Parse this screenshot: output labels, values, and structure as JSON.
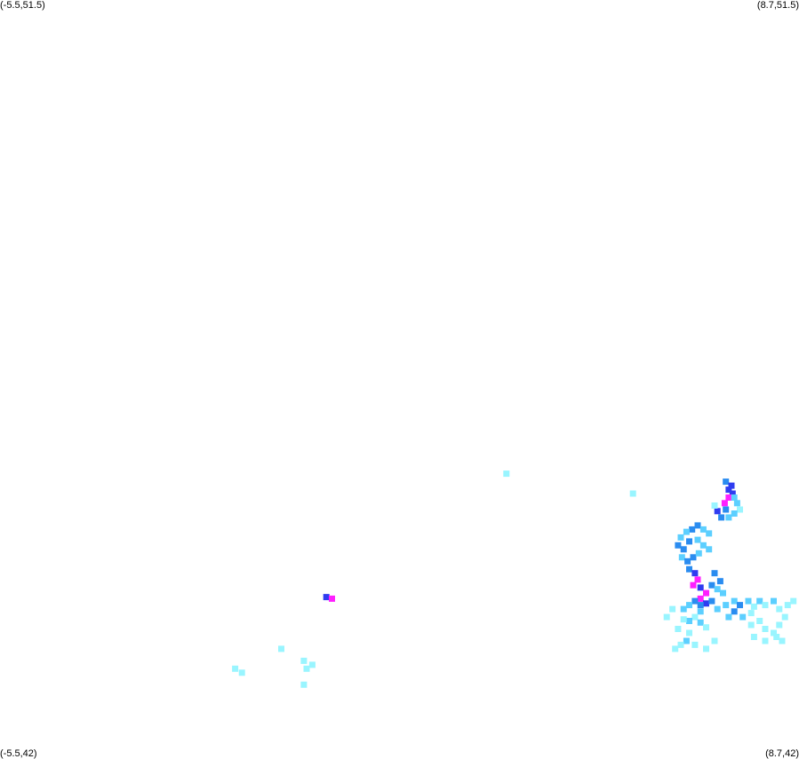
{
  "map": {
    "corners": {
      "top_left": "(-5.5,51.5)",
      "top_right": "(8.7,51.5)",
      "bottom_left": "(-5.5,42)",
      "bottom_right": "(8.7,42)"
    },
    "bounds": {
      "lon_min": -5.5,
      "lon_max": 8.7,
      "lat_min": 42,
      "lat_max": 51.5
    },
    "colors": {
      "level1": "#99f5ff",
      "level2": "#5ccfff",
      "level3": "#2a8cf0",
      "level4": "#2f3cf0",
      "level5": "#ff1fff"
    },
    "cells": [
      [
        3.5,
        45.55,
        1
      ],
      [
        5.75,
        45.3,
        1
      ],
      [
        -0.5,
        43.35,
        1
      ],
      [
        -1.32,
        43.1,
        1
      ],
      [
        -1.2,
        43.05,
        1
      ],
      [
        -0.1,
        43.2,
        1
      ],
      [
        -0.05,
        43.1,
        1
      ],
      [
        0.05,
        43.15,
        1
      ],
      [
        -0.1,
        42.9,
        1
      ],
      [
        0.3,
        44.0,
        4
      ],
      [
        0.4,
        43.98,
        5
      ],
      [
        7.4,
        45.45,
        3
      ],
      [
        7.45,
        45.35,
        4
      ],
      [
        7.5,
        45.4,
        4
      ],
      [
        7.52,
        45.3,
        4
      ],
      [
        7.45,
        45.25,
        5
      ],
      [
        7.38,
        45.18,
        5
      ],
      [
        7.4,
        45.1,
        3
      ],
      [
        7.25,
        45.08,
        4
      ],
      [
        7.32,
        45.0,
        3
      ],
      [
        7.55,
        45.25,
        2
      ],
      [
        7.6,
        45.18,
        2
      ],
      [
        7.65,
        45.1,
        1
      ],
      [
        7.55,
        45.05,
        2
      ],
      [
        7.45,
        45.0,
        2
      ],
      [
        7.2,
        45.15,
        1
      ],
      [
        6.8,
        44.85,
        3
      ],
      [
        6.9,
        44.9,
        3
      ],
      [
        6.7,
        44.82,
        2
      ],
      [
        6.6,
        44.75,
        2
      ],
      [
        7.0,
        44.85,
        2
      ],
      [
        7.1,
        44.8,
        2
      ],
      [
        6.55,
        44.65,
        3
      ],
      [
        6.65,
        44.6,
        3
      ],
      [
        6.75,
        44.7,
        3
      ],
      [
        6.9,
        44.72,
        2
      ],
      [
        7.0,
        44.65,
        2
      ],
      [
        6.62,
        44.5,
        2
      ],
      [
        6.72,
        44.45,
        3
      ],
      [
        6.82,
        44.5,
        3
      ],
      [
        6.92,
        44.55,
        2
      ],
      [
        7.1,
        44.6,
        2
      ],
      [
        6.75,
        44.35,
        3
      ],
      [
        6.85,
        44.3,
        4
      ],
      [
        6.9,
        44.22,
        5
      ],
      [
        6.82,
        44.15,
        5
      ],
      [
        6.95,
        44.12,
        4
      ],
      [
        7.05,
        44.05,
        5
      ],
      [
        6.95,
        43.98,
        5
      ],
      [
        7.05,
        43.92,
        4
      ],
      [
        6.95,
        43.9,
        3
      ],
      [
        6.85,
        43.95,
        3
      ],
      [
        6.75,
        43.9,
        2
      ],
      [
        6.65,
        43.85,
        2
      ],
      [
        7.2,
        44.3,
        3
      ],
      [
        7.3,
        44.2,
        3
      ],
      [
        7.15,
        44.15,
        3
      ],
      [
        7.25,
        44.1,
        2
      ],
      [
        7.35,
        44.05,
        2
      ],
      [
        7.15,
        43.95,
        3
      ],
      [
        7.25,
        43.85,
        2
      ],
      [
        7.4,
        43.9,
        2
      ],
      [
        7.55,
        43.95,
        2
      ],
      [
        7.65,
        43.9,
        3
      ],
      [
        7.8,
        43.95,
        2
      ],
      [
        7.9,
        43.88,
        1
      ],
      [
        8.0,
        43.95,
        2
      ],
      [
        8.1,
        43.9,
        1
      ],
      [
        8.25,
        43.95,
        2
      ],
      [
        8.35,
        43.85,
        1
      ],
      [
        8.5,
        43.9,
        1
      ],
      [
        7.55,
        43.82,
        3
      ],
      [
        7.45,
        43.75,
        2
      ],
      [
        7.7,
        43.75,
        2
      ],
      [
        7.85,
        43.8,
        1
      ],
      [
        6.95,
        43.82,
        2
      ],
      [
        6.85,
        43.75,
        1
      ],
      [
        6.75,
        43.7,
        2
      ],
      [
        6.65,
        43.72,
        1
      ],
      [
        6.45,
        43.85,
        1
      ],
      [
        6.35,
        43.75,
        1
      ],
      [
        6.55,
        43.6,
        1
      ],
      [
        6.95,
        43.68,
        2
      ],
      [
        7.05,
        43.62,
        1
      ],
      [
        6.75,
        43.55,
        1
      ],
      [
        7.85,
        43.65,
        1
      ],
      [
        8.0,
        43.7,
        1
      ],
      [
        8.1,
        43.6,
        1
      ],
      [
        8.25,
        43.55,
        1
      ],
      [
        8.35,
        43.65,
        1
      ],
      [
        8.45,
        43.75,
        1
      ],
      [
        6.7,
        43.45,
        2
      ],
      [
        6.6,
        43.4,
        1
      ],
      [
        6.5,
        43.35,
        1
      ],
      [
        6.85,
        43.4,
        1
      ],
      [
        7.05,
        43.35,
        1
      ],
      [
        7.2,
        43.45,
        1
      ],
      [
        7.9,
        43.5,
        1
      ],
      [
        8.1,
        43.45,
        1
      ],
      [
        8.3,
        43.5,
        1
      ],
      [
        8.4,
        43.45,
        1
      ],
      [
        8.6,
        43.95,
        1
      ]
    ]
  }
}
